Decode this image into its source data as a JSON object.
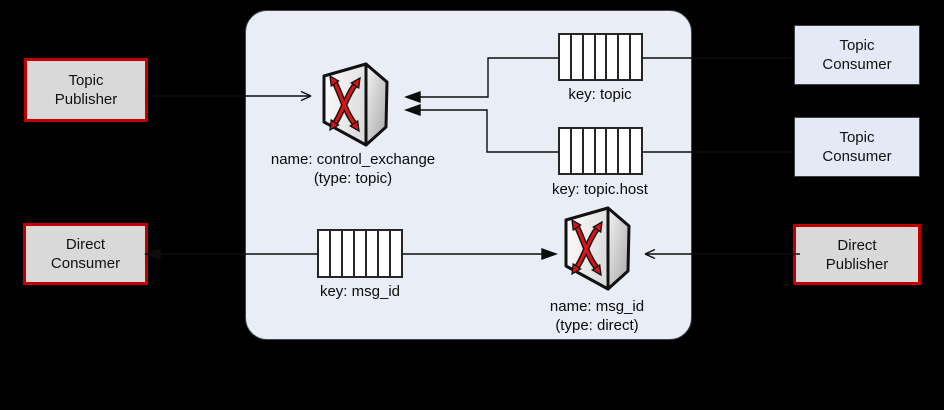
{
  "nodes": {
    "topic_publisher": {
      "line1": "Topic",
      "line2": "Publisher"
    },
    "topic_consumer_1": {
      "line1": "Topic",
      "line2": "Consumer"
    },
    "topic_consumer_2": {
      "line1": "Topic",
      "line2": "Consumer"
    },
    "direct_consumer": {
      "line1": "Direct",
      "line2": "Consumer"
    },
    "direct_publisher": {
      "line1": "Direct",
      "line2": "Publisher"
    }
  },
  "broker": {
    "exchanges": {
      "control": {
        "name_label": "name: control_exchange",
        "type_label": "(type: topic)"
      },
      "msg_id": {
        "name_label": "name: msg_id",
        "type_label": "(type: direct)"
      }
    },
    "queues": {
      "topic": {
        "label": "key: topic",
        "cells": 7
      },
      "topic_host": {
        "label": "key: topic.host",
        "cells": 7
      },
      "msg_id": {
        "label": "key: msg_id",
        "cells": 7
      }
    }
  },
  "icons": {
    "exchange": "switch-crossed-arrows-icon",
    "queue": "segmented-queue-icon"
  },
  "colors": {
    "background": "#000000",
    "broker_region_fill": "#e9eef6",
    "publisher_consumer_red_border": "#c00000",
    "publisher_consumer_gray_fill": "#d9d9d9",
    "topic_consumer_blue_fill": "#e3eaf5",
    "queue_fill": "#ffffff",
    "connector_line": "#0d0d0d",
    "exchange_arrow_red": "#d91414"
  }
}
